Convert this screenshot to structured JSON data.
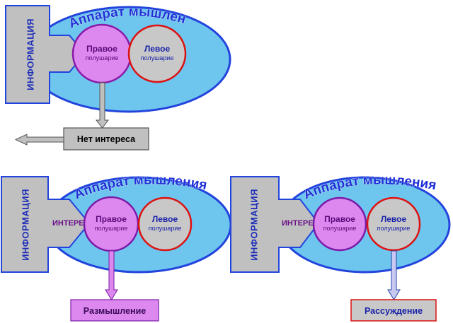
{
  "panels": [
    {
      "title": "Аппарат мышления",
      "info": "ИНФОРМАЦИЯ",
      "interest": "",
      "right_hemi": {
        "line1": "Правое",
        "line2": "полушарие"
      },
      "left_hemi": {
        "line1": "Левое",
        "line2": "полушарие"
      },
      "result": "Нет интереса"
    },
    {
      "title": "Аппарат мышления",
      "info": "ИНФОРМАЦИЯ",
      "interest": "ИНТЕРЕС",
      "right_hemi": {
        "line1": "Правое",
        "line2": "полушарие"
      },
      "left_hemi": {
        "line1": "Левое",
        "line2": "полушарие"
      },
      "result": "Размышление"
    },
    {
      "title": "Аппарат мышления",
      "info": "ИНФОРМАЦИЯ",
      "interest": "ИНТЕРЕС",
      "right_hemi": {
        "line1": "Правое",
        "line2": "полушарие"
      },
      "left_hemi": {
        "line1": "Левое",
        "line2": "полушарие"
      },
      "result": "Рассуждение"
    }
  ],
  "colors": {
    "ellipse_fill": "#6ec6ee",
    "ellipse_stroke": "#2244dd",
    "info_fill": "#c0c0c0",
    "right_hemi_fill": "#dd88ee",
    "right_hemi_fill_gray": "#c8c8c8",
    "left_hemi_stroke": "#dd1111",
    "title_color": "#1f2fd6",
    "result_nointerest_fill": "#c0c0c0",
    "result_think_fill": "#dd88ee",
    "result_reason_fill": "#c8c8c8"
  }
}
